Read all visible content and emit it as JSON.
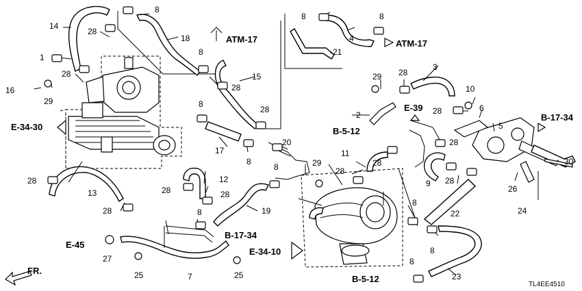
{
  "callouts": {
    "c1": "1",
    "c2": "2",
    "c3": "3",
    "c4": "4",
    "c5": "5",
    "c6": "6",
    "c7": "7",
    "c8": "8",
    "c9": "9",
    "c10": "10",
    "c11": "11",
    "c12": "12",
    "c13": "13",
    "c14": "14",
    "c15": "15",
    "c16": "16",
    "c17": "17",
    "c18": "18",
    "c19": "19",
    "c20": "20",
    "c21": "21",
    "c22": "22",
    "c23": "23",
    "c24": "24",
    "c25": "25",
    "c26": "26",
    "c27": "27",
    "c28": "28",
    "c29": "29",
    "c30": "30"
  },
  "refs": {
    "atm17": "ATM-17",
    "e3430": "E-34-30",
    "e3410": "E-34-10",
    "e45": "E-45",
    "e39": "E-39",
    "b512": "B-5-12",
    "b1734": "B-17-34",
    "fr": "FR."
  },
  "diagram_code": "TL4EE4510"
}
